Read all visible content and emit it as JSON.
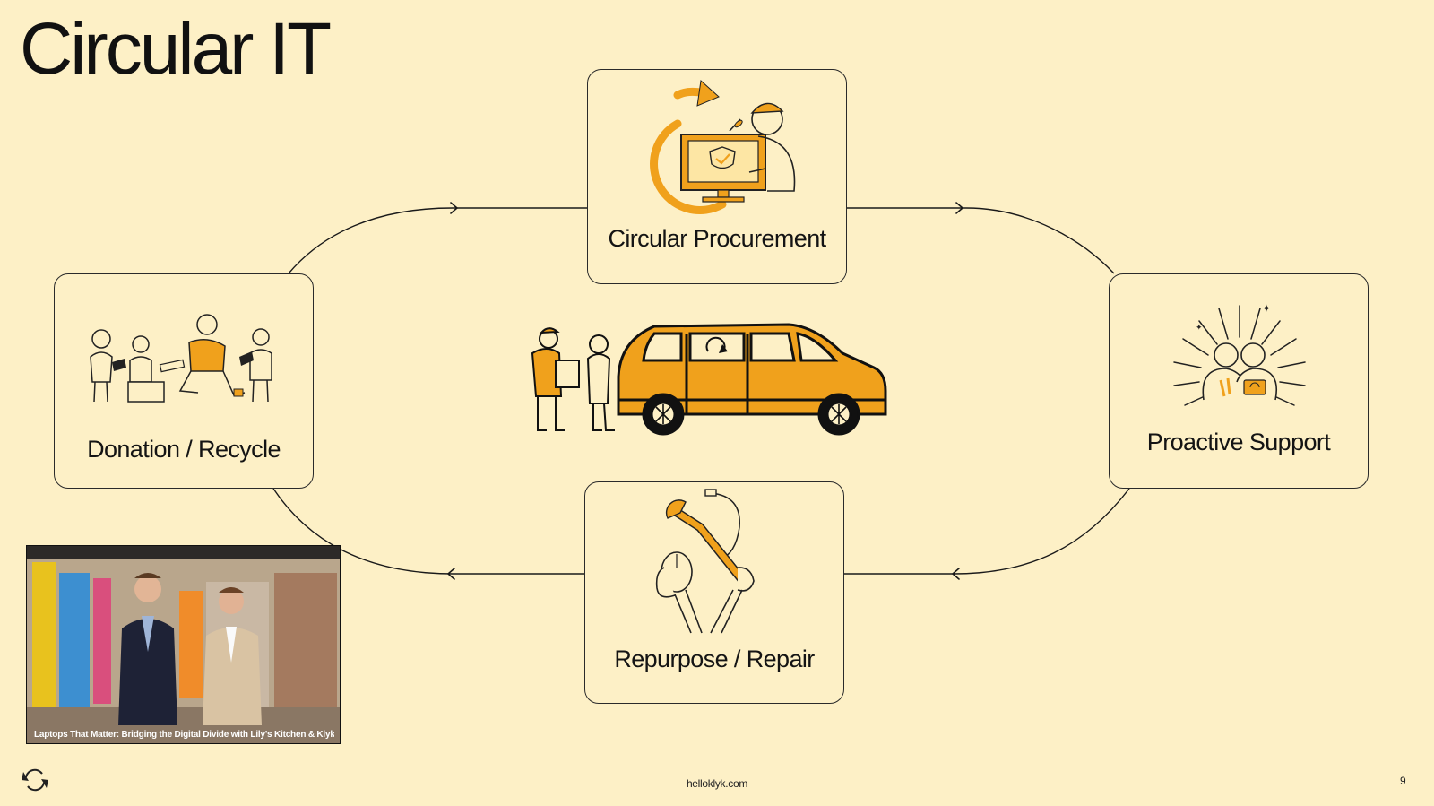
{
  "slide": {
    "title": "Circular IT",
    "footer_url": "helloklyk.com",
    "page_number": "9"
  },
  "cycle": [
    {
      "id": "procurement",
      "label": "Circular Procurement",
      "icon": "monitor-cycle-illustration"
    },
    {
      "id": "support",
      "label": "Proactive Support",
      "icon": "support-hug-illustration"
    },
    {
      "id": "repair",
      "label": "Repurpose / Repair",
      "icon": "wrench-mouse-illustration"
    },
    {
      "id": "donation",
      "label": "Donation / Recycle",
      "icon": "donation-people-illustration"
    }
  ],
  "center": {
    "icon": "van-delivery-illustration"
  },
  "video": {
    "caption": "Laptops That Matter: Bridging the Digital Divide with Lily's Kitchen & Klyk"
  },
  "colors": {
    "background": "#fdf0c6",
    "accent": "#f0a11c",
    "ink": "#111111"
  }
}
